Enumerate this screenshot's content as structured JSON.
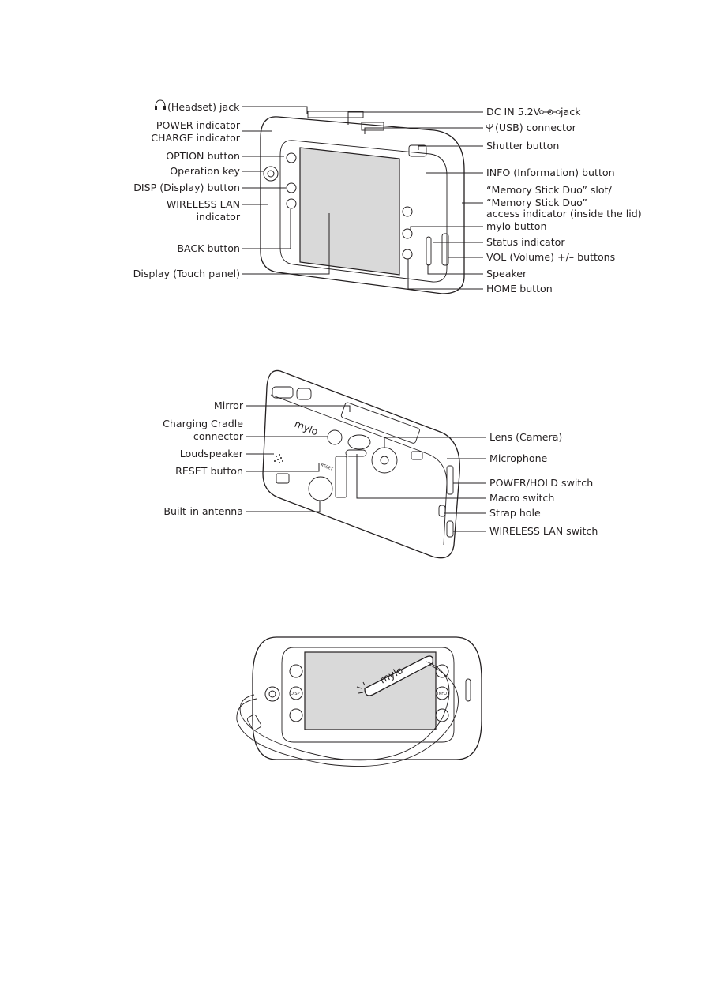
{
  "front_view": {
    "labels_left": [
      "(Headset) jack",
      "POWER indicator",
      "CHARGE indicator",
      "OPTION button",
      "Operation key",
      "DISP (Display) button",
      "WIRELESS LAN",
      "indicator",
      "BACK button",
      "Display (Touch panel)"
    ],
    "labels_right": [
      "DC IN 5.2V",
      "jack",
      "(USB) connector",
      "Shutter button",
      "INFO (Information) button",
      "“Memory Stick Duo” slot/",
      "“Memory Stick Duo”",
      "access indicator (inside the lid)",
      "mylo button",
      "Status indicator",
      "VOL (Volume) +/– buttons",
      "Speaker",
      "HOME button"
    ]
  },
  "rear_view": {
    "labels_left": [
      "Mirror",
      "Charging Cradle",
      "connector",
      "Loudspeaker",
      "RESET button",
      "Built-in antenna"
    ],
    "labels_right": [
      "Lens (Camera)",
      "Microphone",
      "POWER/HOLD switch",
      "Macro switch",
      "Strap hole",
      "WIRELESS LAN switch"
    ],
    "device_brand": "mylo",
    "reset_mark": "RESET"
  },
  "strap_view": {
    "brand": "mylo",
    "button_marks": [
      "DISP",
      "INFO"
    ]
  }
}
